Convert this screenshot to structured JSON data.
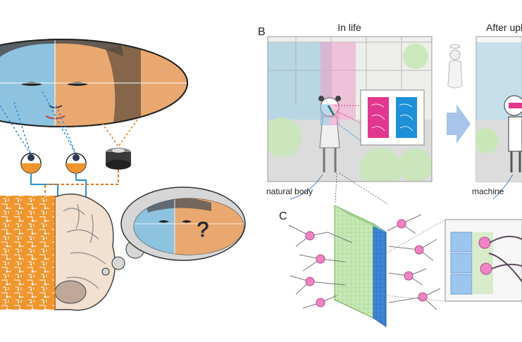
{
  "panels": {
    "b": {
      "letter": "B",
      "title_in_life": "In life",
      "title_after": "After upl",
      "label_natural": "natural body",
      "label_machine": "machine"
    },
    "c": {
      "letter": "C"
    }
  },
  "thought_bubble": {
    "question_mark": "?"
  },
  "colors": {
    "left_hemifield": "#8ec3df",
    "right_hemifield": "#e9a870",
    "circuit_orange": "#f0962e",
    "blue_line": "#2b8fd6",
    "orange_dotted": "#e07a1f",
    "magenta_panel": "#e2378f",
    "blue_panel": "#1e90d8",
    "electrode_green": "#b9e3a6",
    "electrode_blue": "#3f86d6",
    "neuron_pink": "#ef84c4",
    "arrow_blue": "#a8c4ea"
  },
  "icons": [
    "eye-icon",
    "camera-lens-icon",
    "brain-icon",
    "neuron-icon",
    "angel-figure-icon",
    "arrow-right-icon"
  ]
}
